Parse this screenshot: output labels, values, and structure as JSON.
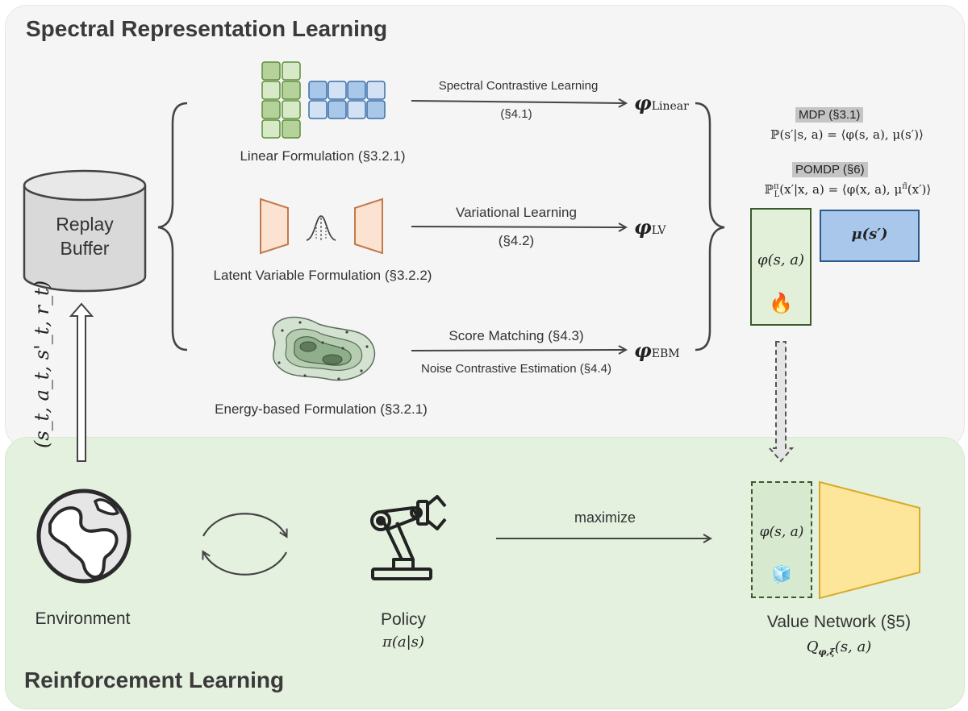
{
  "sections": {
    "top_title": "Spectral Representation Learning",
    "bottom_title": "Reinforcement Learning"
  },
  "replay_buffer": {
    "line1": "Replay",
    "line2": "Buffer"
  },
  "transition_tuple": "(s_t, a_t, s'_t, r_t)",
  "formulations": {
    "linear": "Linear Formulation (§3.2.1)",
    "latent_variable": "Latent Variable Formulation (§3.2.2)",
    "energy_based": "Energy-based Formulation (§3.2.1)"
  },
  "methods": {
    "linear_line1": "Spectral Contrastive Learning",
    "linear_line2": "(§4.1)",
    "lv_line1": "Variational Learning",
    "lv_line2": "(§4.2)",
    "ebm_line1": "Score Matching (§4.3)",
    "ebm_line2": "Noise Contrastive Estimation (§4.4)"
  },
  "outputs": {
    "phi_linear": "φ",
    "sub_linear": "Linear",
    "phi_lv": "φ",
    "sub_lv": "LV",
    "phi_ebm": "φ",
    "sub_ebm": "EBM"
  },
  "mdp": {
    "label": "MDP (§3.1)",
    "equation": "ℙ(s′|s, a) = ⟨φ(s, a), μ(s′)⟩"
  },
  "pomdp": {
    "label": "POMDP (§6)",
    "equation": "ℙ",
    "eq_sup": "π",
    "eq_sub": "L",
    "eq_rest_a": "(x′|x, a) = ⟨φ(x, a), μ",
    "eq_sup2": "π̃",
    "eq_rest_b": "(x′)⟩"
  },
  "phi_box": {
    "label": "φ(s, a)",
    "icon": "🔥"
  },
  "mu_box": {
    "label": "μ(s′)"
  },
  "environment": {
    "label": "Environment"
  },
  "policy": {
    "label": "Policy",
    "formula": "π(a|s)"
  },
  "maximize": "maximize",
  "value_network": {
    "label": "Value Network (§5)",
    "formula_q": "Q",
    "formula_sub": "φ,ξ",
    "formula_rest": "(s, a)",
    "phi_label": "φ(s, a)",
    "icon": "🧊"
  },
  "colors": {
    "green_fill": "#b5d29a",
    "green_stroke": "#5c8f3a",
    "blue_fill": "#a9c7e9",
    "blue_stroke": "#3d6fa8",
    "orange_fill": "#fbe2d1",
    "orange_stroke": "#c27a4a",
    "phi_box_fill": "#e2f0d9",
    "mu_box_fill": "#a8c7ea",
    "yellow_fill": "#fde59a",
    "yellow_stroke": "#d8a92a"
  }
}
